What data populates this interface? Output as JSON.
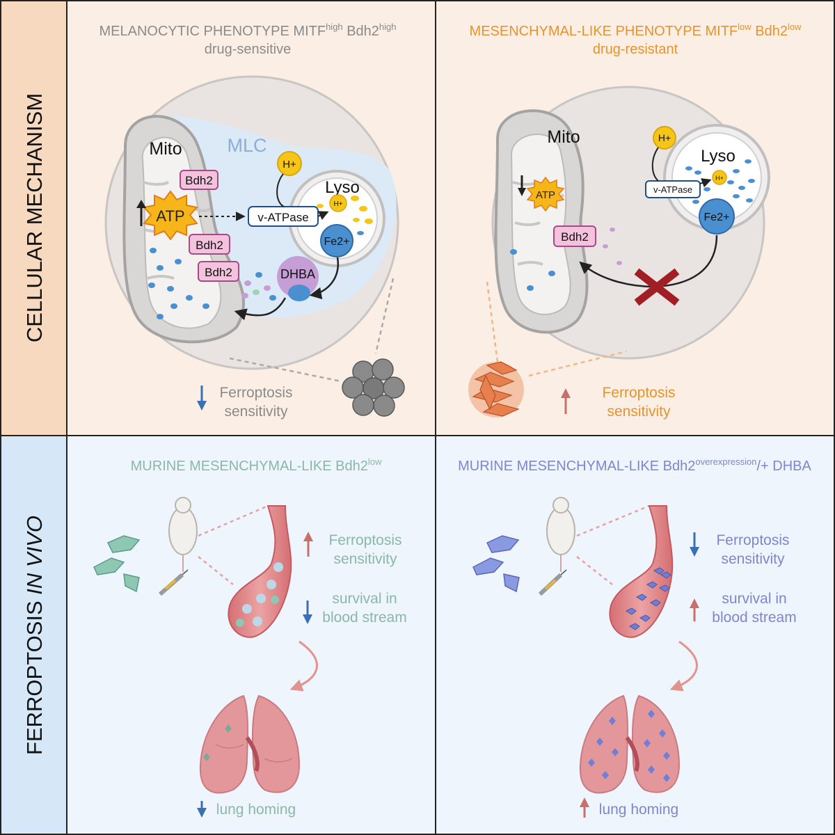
{
  "row_labels": {
    "top": "CELLULAR MECHANISM",
    "bottom_prefix": "FERROPTOSIS ",
    "bottom_italic": "IN VIVO"
  },
  "top_left": {
    "title_main": "MELANOCYTIC PHENOTYPE MITF",
    "title_sup1": "high",
    "title_mid": " Bdh2",
    "title_sup2": "high",
    "subtitle": "drug-sensitive",
    "mito": "Mito",
    "mlc": "MLC",
    "lyso": "Lyso",
    "atp": "ATP",
    "bdh2_a": "Bdh2",
    "bdh2_b": "Bdh2",
    "bdh2_c": "Bdh2",
    "h_plus_out": "H+",
    "h_plus_in": "H+",
    "v_atpase": "v-ATPase",
    "fe2": "Fe2+",
    "dhba": "DHBA",
    "ferro_line1": "Ferroptosis",
    "ferro_line2": "sensitivity"
  },
  "top_right": {
    "title_main": "MESENCHYMAL-LIKE PHENOTYPE MITF",
    "title_sup1": "low",
    "title_mid": " Bdh2",
    "title_sup2": "low",
    "subtitle": "drug-resistant",
    "mito": "Mito",
    "lyso": "Lyso",
    "atp": "ATP",
    "bdh2": "Bdh2",
    "h_plus_out": "H+",
    "h_plus_in": "H+",
    "v_atpase": "v-ATPase",
    "fe2": "Fe2+",
    "ferro_line1": "Ferroptosis",
    "ferro_line2": "sensitivity"
  },
  "bottom_left": {
    "title_main": "MURINE MESENCHYMAL-LIKE Bdh2",
    "title_sup": "low",
    "ferro_line1": "Ferroptosis",
    "ferro_line2": "sensitivity",
    "survival_line1": "survival in",
    "survival_line2": "blood stream",
    "lung_homing": "lung homing"
  },
  "bottom_right": {
    "title_main": "MURINE MESENCHYMAL-LIKE Bdh2",
    "title_sup": "overexpression",
    "title_end": "/+ DHBA",
    "ferro_line1": "Ferroptosis",
    "ferro_line2": "sensitivity",
    "survival_line1": "survival in",
    "survival_line2": "blood stream",
    "lung_homing": "lung homing"
  },
  "colors": {
    "top_row_bg": "#fbefe5",
    "top_label_bg": "#f7d9bf",
    "bottom_row_bg": "#eef5fc",
    "bottom_label_bg": "#d6e8f7",
    "grey_text": "#8a8a8a",
    "orange_text": "#e8922a",
    "teal_text": "#8ab8a8",
    "purple_text": "#7e86cc",
    "arrow_down": "#3a6fb5",
    "arrow_up": "#c96f6a",
    "yellow": "#f5c518",
    "blue_dot": "#4a90d0",
    "pink_box": "#f3c2dc",
    "pink_box_border": "#a64a86",
    "dhba_purple": "#c59ed6",
    "red_x": "#a11f24"
  },
  "icons": {
    "down_arrow": "arrow-down-icon",
    "up_arrow": "arrow-up-icon",
    "mouse": "mouse-icon",
    "syringe": "syringe-icon",
    "lungs": "lungs-icon",
    "vessel": "blood-vessel-icon",
    "cell": "cell-icon",
    "cross": "cross-icon"
  }
}
